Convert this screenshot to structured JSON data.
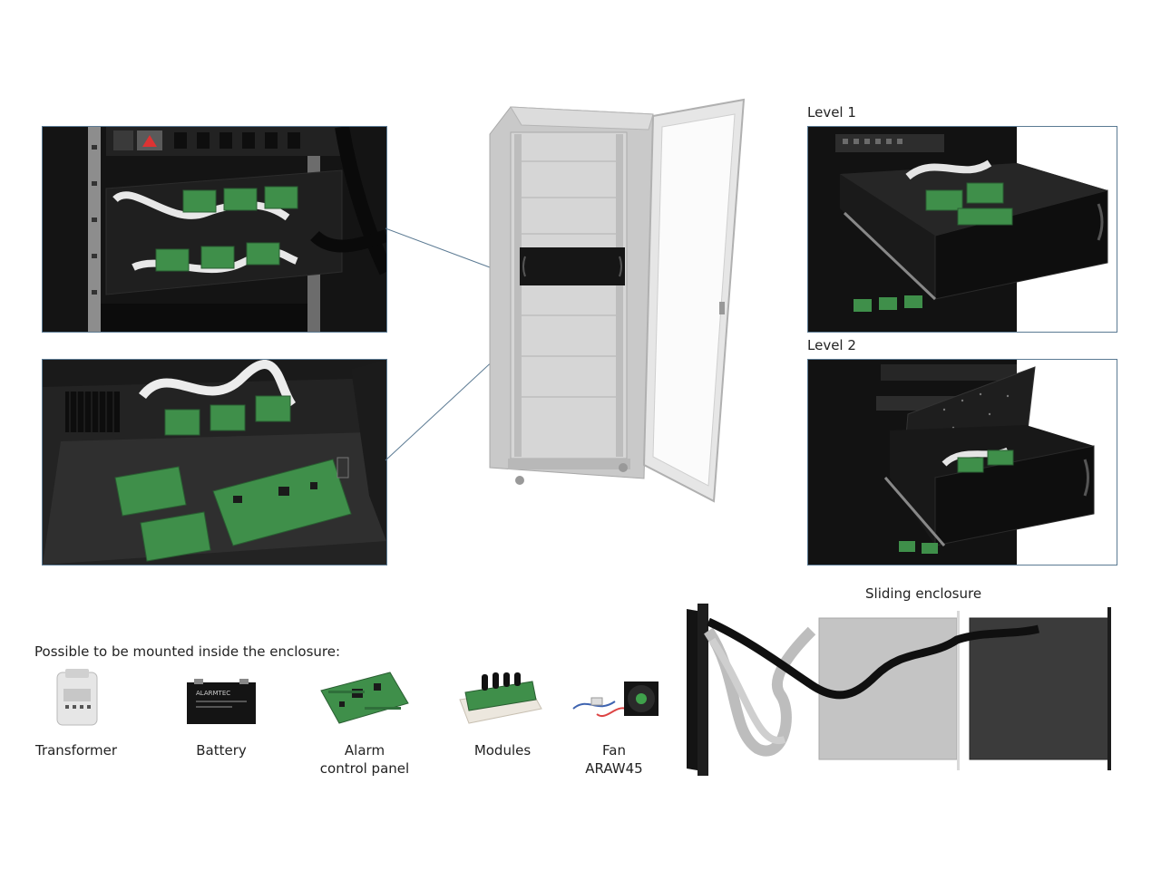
{
  "labels": {
    "level1": "Level 1",
    "level2": "Level 2",
    "sliding": "Sliding enclosure",
    "possible": "Possible to be mounted inside the enclosure:"
  },
  "accessories": [
    {
      "line1": "Transformer",
      "line2": ""
    },
    {
      "line1": "Battery",
      "line2": ""
    },
    {
      "line1": "Alarm",
      "line2": "control panel"
    },
    {
      "line1": "Modules",
      "line2": ""
    },
    {
      "line1": "Fan",
      "line2": "ARAW45"
    }
  ],
  "battery_brand": "ALARMTEC",
  "colors": {
    "panel_border": "#5b7a93",
    "pcb_green": "#3f8f4a",
    "enclosure_black": "#161616",
    "cabinet_gray": "#c9c9c9"
  }
}
